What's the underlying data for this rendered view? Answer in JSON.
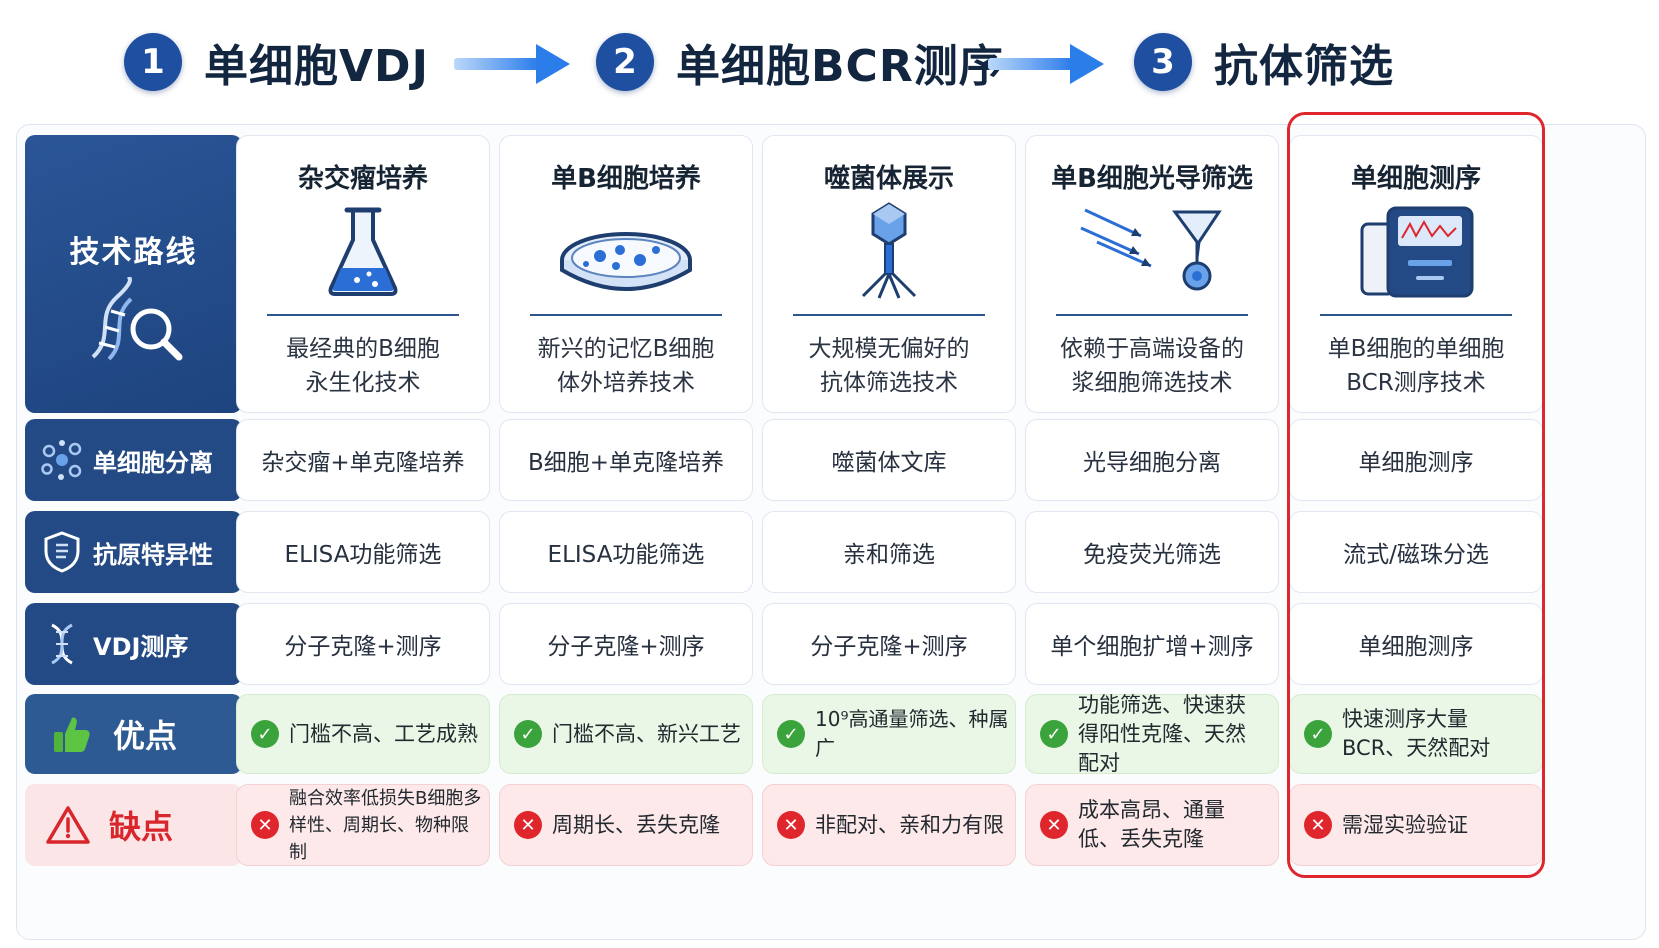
{
  "steps": [
    {
      "num": "1",
      "title": "单细胞VDJ"
    },
    {
      "num": "2",
      "title": "单细胞BCR测序"
    },
    {
      "num": "3",
      "title": "抗体筛选"
    }
  ],
  "row_headers": {
    "tech_route": "技术路线",
    "isolation": "单细胞分离",
    "specificity": "抗原特异性",
    "vdj": "VDJ测序",
    "pros": "优点",
    "cons": "缺点"
  },
  "columns": [
    {
      "name": "杂交瘤培养",
      "icon": "flask-icon",
      "desc1": "最经典的B细胞",
      "desc2": "永生化技术",
      "isolation": "杂交瘤+单克隆培养",
      "specificity": "ELISA功能筛选",
      "vdj": "分子克隆+测序",
      "pros": "门槛不高、工艺成熟",
      "cons": "融合效率低损失B细胞多样性、周期长、物种限制"
    },
    {
      "name": "单B细胞培养",
      "icon": "petri-dish-icon",
      "desc1": "新兴的记忆B细胞",
      "desc2": "体外培养技术",
      "isolation": "B细胞+单克隆培养",
      "specificity": "ELISA功能筛选",
      "vdj": "分子克隆+测序",
      "pros": "门槛不高、新兴工艺",
      "cons": "周期长、丢失克隆"
    },
    {
      "name": "噬菌体展示",
      "icon": "bacteriophage-icon",
      "desc1": "大规模无偏好的",
      "desc2": "抗体筛选技术",
      "isolation": "噬菌体文库",
      "specificity": "亲和筛选",
      "vdj": "分子克隆+测序",
      "pros": "10⁹高通量筛选、种属广",
      "cons": "非配对、亲和力有限"
    },
    {
      "name": "单B细胞光导筛选",
      "icon": "optofluidic-icon",
      "desc1": "依赖于高端设备的",
      "desc2": "浆细胞筛选技术",
      "isolation": "光导细胞分离",
      "specificity": "免疫荧光筛选",
      "vdj": "单个细胞扩增+测序",
      "pros": "功能筛选、快速获得阳性克隆、天然配对",
      "cons": "成本高昂、通量低、丢失克隆"
    },
    {
      "name": "单细胞测序",
      "icon": "sequencer-icon",
      "desc1": "单B细胞的单细胞",
      "desc2": "BCR测序技术",
      "isolation": "单细胞测序",
      "specificity": "流式/磁珠分选",
      "vdj": "单细胞测序",
      "pros": "快速测序大量BCR、天然配对",
      "cons": "需湿实验验证"
    }
  ],
  "colors": {
    "navy": "#244a85",
    "accent_blue": "#2b7de9",
    "ok_green": "#3aa33c",
    "bad_red": "#e0262d"
  }
}
